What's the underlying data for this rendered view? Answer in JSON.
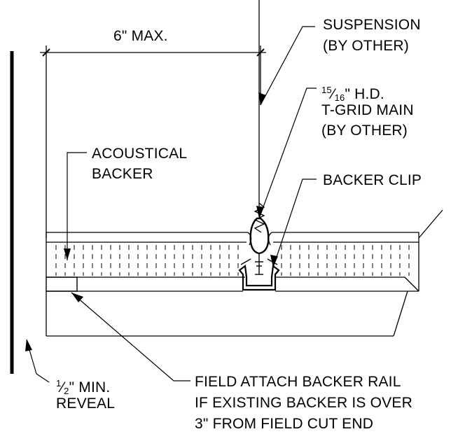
{
  "drawing": {
    "dimension": {
      "label": "6\" MAX."
    },
    "callouts": {
      "suspension": {
        "line1": "SUSPENSION",
        "line2": "(BY OTHER)"
      },
      "tgrid": {
        "frac_num": "15",
        "frac_den": "16",
        "line1_rest": "\" H.D.",
        "line2": "T-GRID MAIN",
        "line3": "(BY OTHER)"
      },
      "acoustical_backer": {
        "line1": "ACOUSTICAL",
        "line2": "BACKER"
      },
      "backer_clip": {
        "line1": "BACKER CLIP"
      },
      "reveal": {
        "frac_num": "1",
        "frac_den": "2",
        "line1_rest": "\" MIN.",
        "line2": "REVEAL"
      },
      "field_attach": {
        "line1": "FIELD ATTACH BACKER RAIL",
        "line2": "IF EXISTING BACKER IS OVER",
        "line3": "3\" FROM FIELD CUT END"
      }
    },
    "line_color": "#000000",
    "background": "#ffffff"
  }
}
